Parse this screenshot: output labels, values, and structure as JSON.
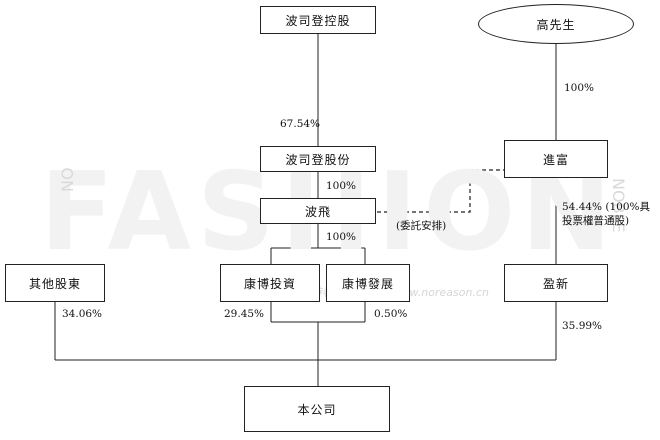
{
  "watermark": {
    "main": "FASHION",
    "side_left": "NO",
    "side_right": "NOBLE",
    "url_text": "奢侍奢美衣不生活  www.noreason.cn"
  },
  "entities": {
    "bositeng_holdings": "波司登控股",
    "bositeng_shares": "波司登股份",
    "bofei": "波飛",
    "other_shareholders": "其他股東",
    "kangbo_investment": "康博投資",
    "kangbo_development": "康博發展",
    "mr_gao": "高先生",
    "jinfu": "進富",
    "yingxin": "盈新",
    "company": "本公司"
  },
  "ownership": {
    "holdings_to_shares": "67.54%",
    "shares_to_bofei": "100%",
    "bofei_to_kangbo": "100%",
    "other_to_company": "34.06%",
    "kangbo_investment_to_company": "29.45%",
    "kangbo_development_to_company": "0.50%",
    "gao_to_jinfu": "100%",
    "jinfu_to_yingxin": "54.44%",
    "jinfu_to_yingxin_note": "(100%具投票權普通股)",
    "yingxin_to_company": "35.99%"
  },
  "entrustment_label": "(委託安排)"
}
